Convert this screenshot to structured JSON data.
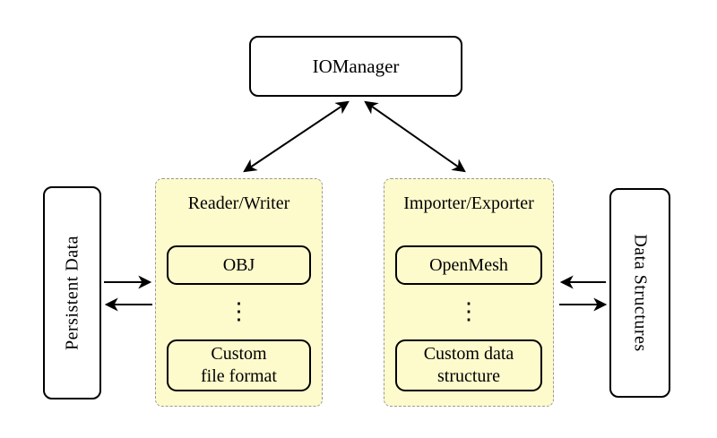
{
  "io_manager": {
    "label": "IOManager"
  },
  "reader_writer": {
    "title": "Reader/Writer",
    "top_box": "OBJ",
    "dots": "⋮",
    "bottom_box_line1": "Custom",
    "bottom_box_line2": "file format"
  },
  "importer_exporter": {
    "title": "Importer/Exporter",
    "top_box": "OpenMesh",
    "dots": "⋮",
    "bottom_box_line1": "Custom data",
    "bottom_box_line2": "structure"
  },
  "persistent_data": {
    "label": "Persistent Data"
  },
  "data_structures": {
    "label": "Data Structures"
  },
  "colors": {
    "background": "#ffffff",
    "group_fill": "#fdfacc",
    "group_border": "#999999",
    "stroke": "#000000",
    "node_fill": "#ffffff"
  }
}
